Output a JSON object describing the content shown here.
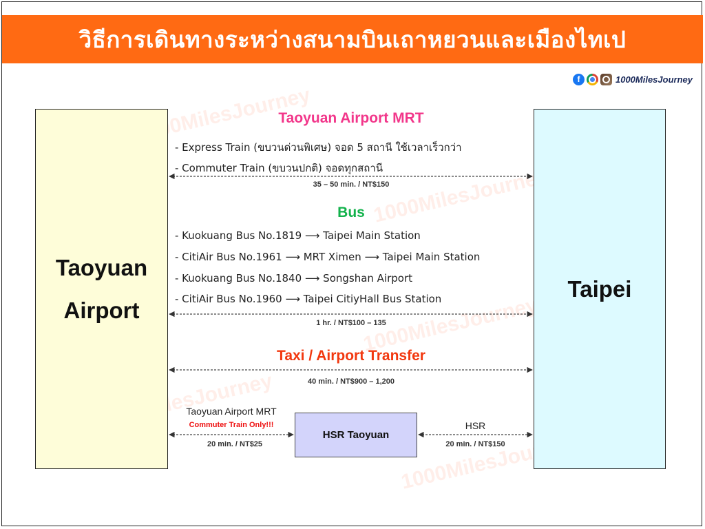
{
  "header": {
    "title": "วิธีการเดินทางระหว่างสนามบินเถาหยวนและเมืองไทเป"
  },
  "brand": {
    "name": "1000MilesJourney",
    "icons": [
      "facebook-icon",
      "chrome-icon",
      "instagram-icon"
    ]
  },
  "watermark": "1000MilesJourney",
  "origin": {
    "line1": "Taoyuan",
    "line2": "Airport"
  },
  "destination": {
    "label": "Taipei"
  },
  "mrt": {
    "title": "Taoyuan Airport MRT",
    "items": [
      "- Express Train (ขบวนด่วนพิเศษ) จอด 5 สถานี ใช้เวลาเร็วกว่า",
      "- Commuter Train (ขบวนปกติ) จอดทุกสถานี"
    ],
    "meta": "35 – 50 min.  /  NT$150"
  },
  "bus": {
    "title": "Bus",
    "items": [
      "- Kuokuang Bus No.1819 ⟶ Taipei Main Station",
      "- CitiAir Bus No.1961  ⟶ MRT Ximen  ⟶ Taipei Main Station",
      "- Kuokuang Bus No.1840   ⟶ Songshan Airport",
      "- CitiAir Bus No.1960 ⟶ Taipei CitiyHall Bus Station"
    ],
    "meta": "1 hr.  /  NT$100 – 135"
  },
  "taxi": {
    "title": "Taxi / Airport Transfer",
    "meta": "40 min.  /  NT$900 – 1,200"
  },
  "hsr_leg": {
    "box_label": "HSR Taoyuan",
    "left_label": "Taoyuan Airport MRT",
    "left_note": "Commuter Train Only!!!",
    "left_meta": "20 min.  /  NT$25",
    "right_label": "HSR",
    "right_meta": "20 min.  /  NT$150"
  },
  "colors": {
    "banner": "#ff6a13",
    "mrt_title": "#f2368a",
    "bus_title": "#12b24b",
    "taxi_title": "#f2380f",
    "origin_box": "#fefdd9",
    "destination_box": "#ddfaff",
    "hsr_box": "#d3d4fb"
  }
}
